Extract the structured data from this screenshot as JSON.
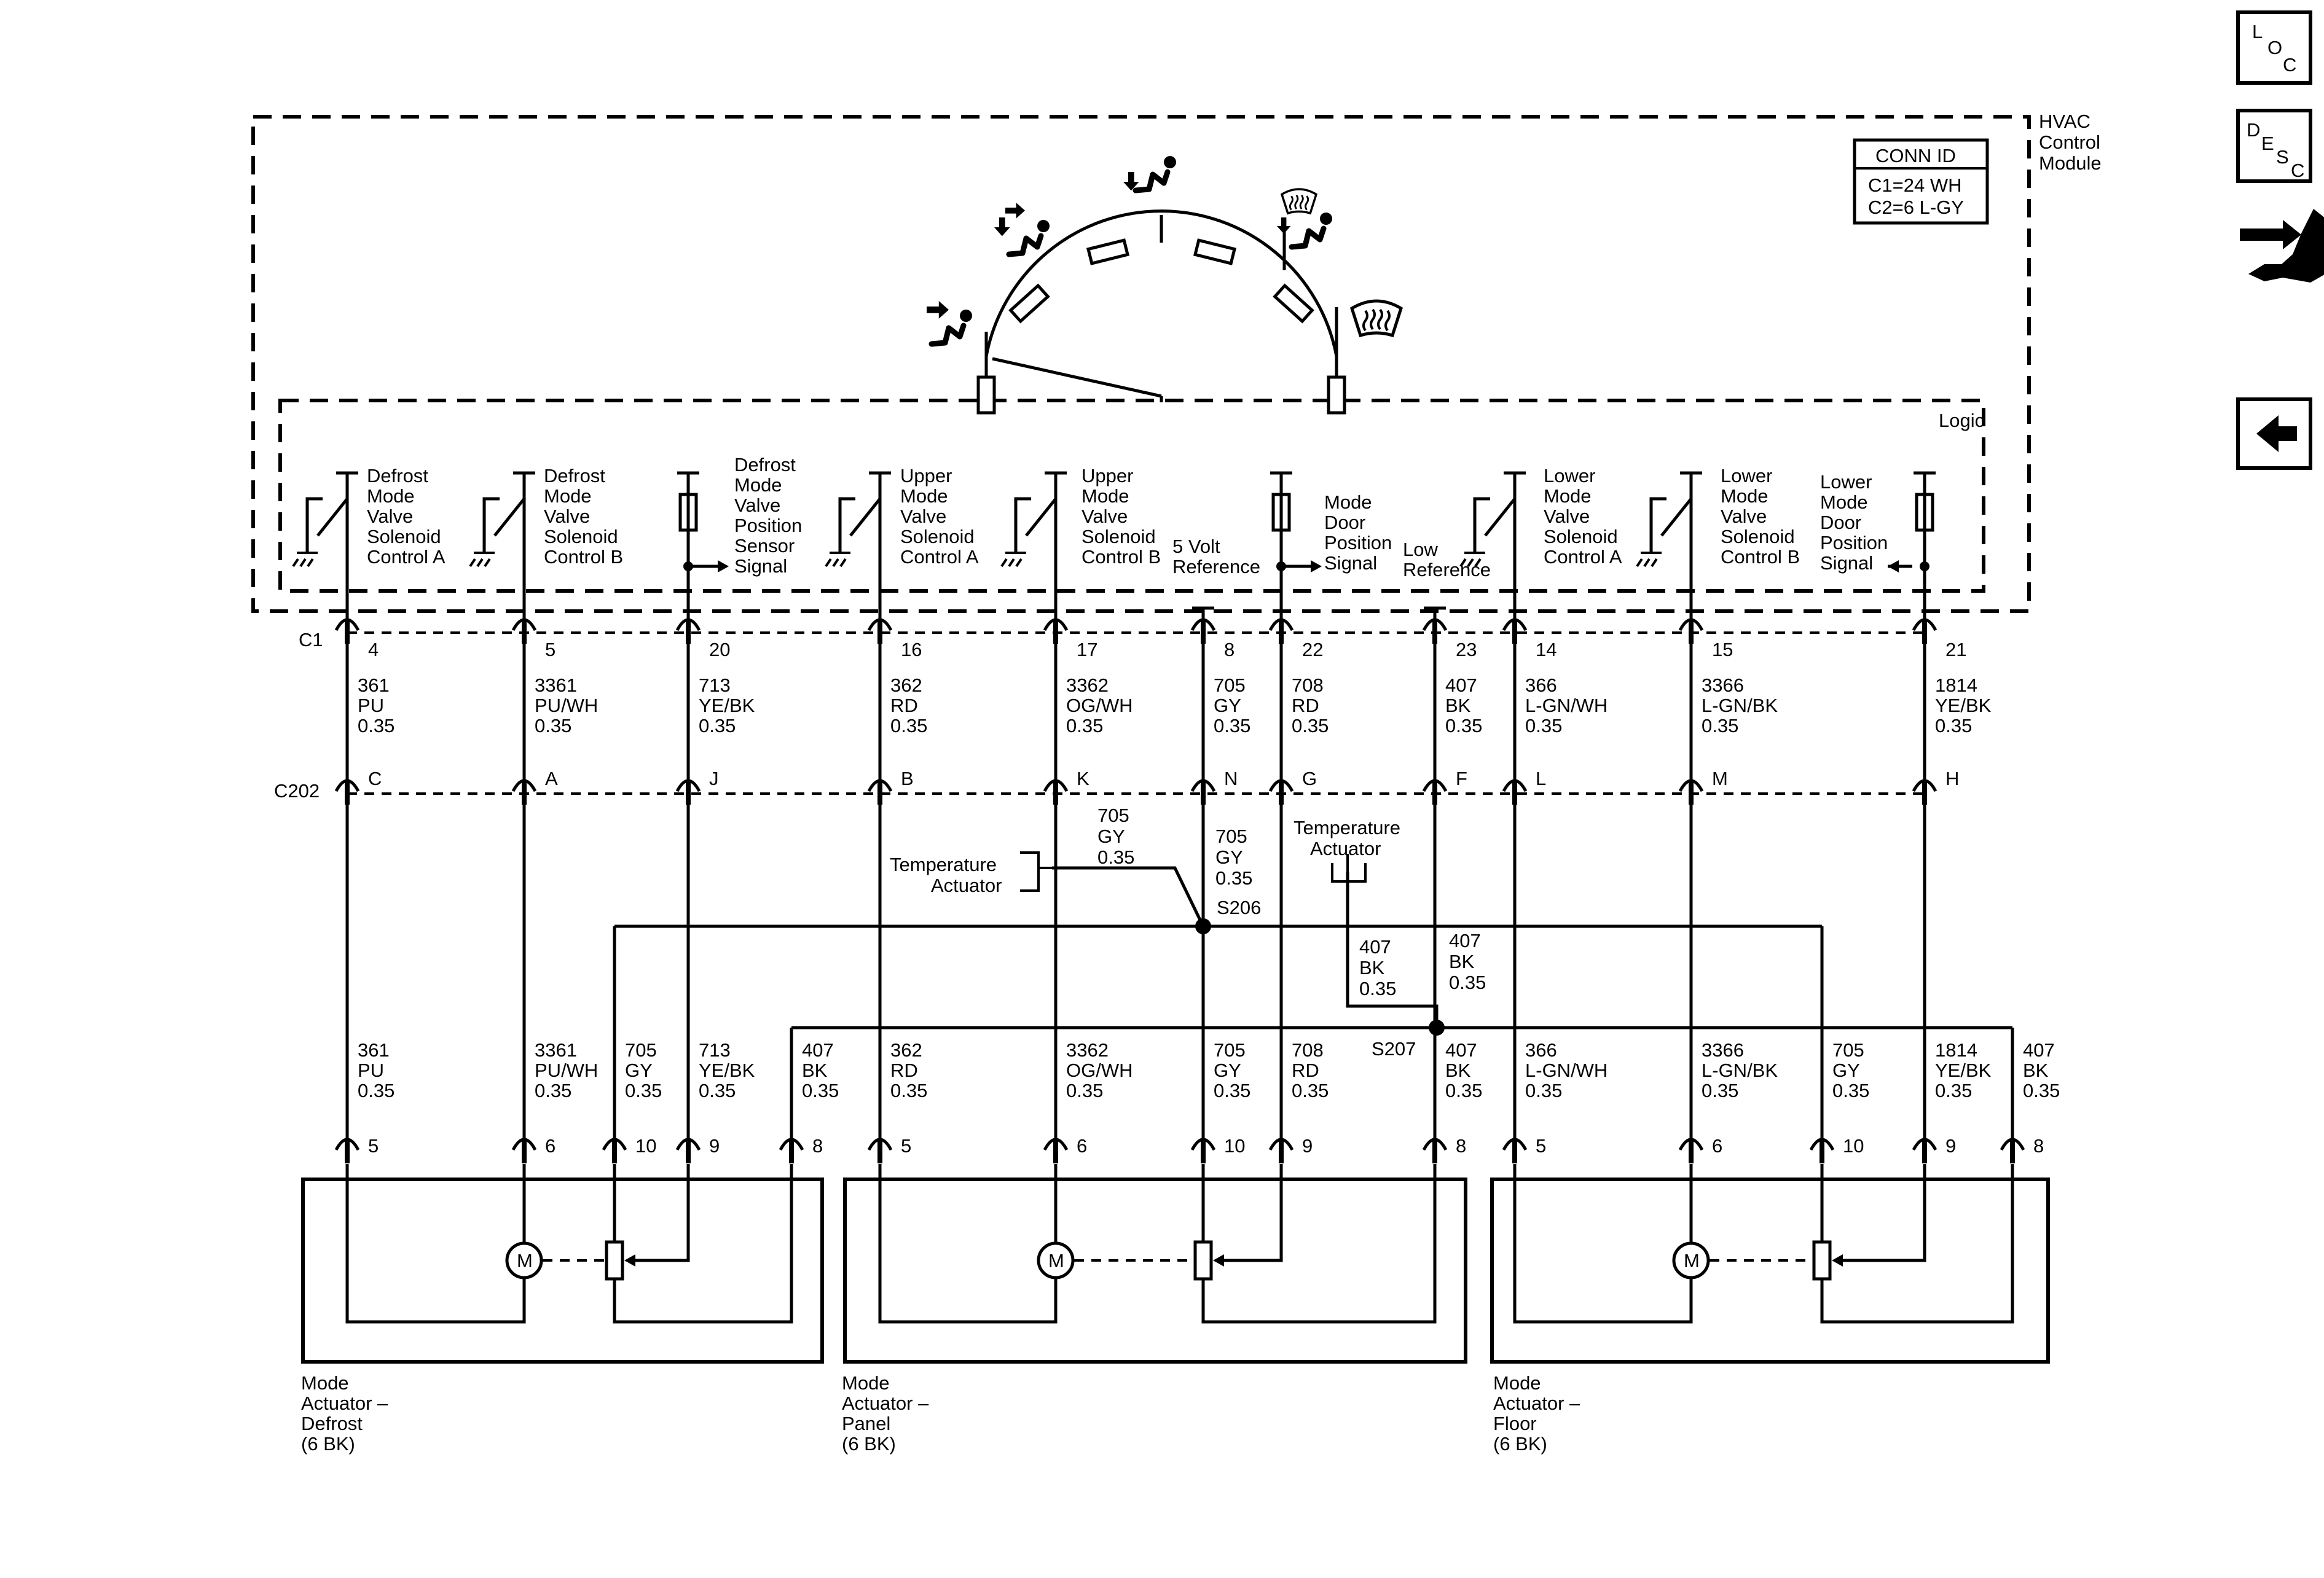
{
  "module": {
    "label_lines": [
      "HVAC",
      "Control",
      "Module"
    ],
    "logic_label": "Logic"
  },
  "conn_id": {
    "title": "CONN ID",
    "lines": [
      "C1=24 WH",
      "C2=6 L-GY"
    ]
  },
  "connectors": {
    "c1": "C1",
    "c202": "C202"
  },
  "circuits": [
    {
      "label_lines": [
        "Defrost",
        "Mode",
        "Valve",
        "Solenoid",
        "Control A"
      ],
      "c1_pin": "4",
      "upper_wire": [
        "361",
        "PU",
        "0.35"
      ],
      "c202_pin": "C"
    },
    {
      "label_lines": [
        "Defrost",
        "Mode",
        "Valve",
        "Solenoid",
        "Control B"
      ],
      "c1_pin": "5",
      "upper_wire": [
        "3361",
        "PU/WH",
        "0.35"
      ],
      "c202_pin": "A"
    },
    {
      "label_lines": [
        "Defrost",
        "Mode",
        "Valve",
        "Position",
        "Sensor",
        "Signal"
      ],
      "c1_pin": "20",
      "upper_wire": [
        "713",
        "YE/BK",
        "0.35"
      ],
      "c202_pin": "J"
    },
    {
      "label_lines": [
        "Upper",
        "Mode",
        "Valve",
        "Solenoid",
        "Control A"
      ],
      "c1_pin": "16",
      "upper_wire": [
        "362",
        "RD",
        "0.35"
      ],
      "c202_pin": "B"
    },
    {
      "label_lines": [
        "Upper",
        "Mode",
        "Valve",
        "Solenoid",
        "Control B"
      ],
      "c1_pin": "17",
      "upper_wire": [
        "3362",
        "OG/WH",
        "0.35"
      ],
      "c202_pin": "K"
    },
    {
      "label_lines": [
        "5 Volt",
        "Reference"
      ],
      "c1_pin": "8",
      "upper_wire": [
        "705",
        "GY",
        "0.35"
      ],
      "c202_pin": "N"
    },
    {
      "label_lines": [
        "Mode",
        "Door",
        "Position",
        "Signal"
      ],
      "c1_pin": "22",
      "upper_wire": [
        "708",
        "RD",
        "0.35"
      ],
      "c202_pin": "G"
    },
    {
      "label_lines": [
        "Low",
        "Reference"
      ],
      "c1_pin": "23",
      "upper_wire": [
        "407",
        "BK",
        "0.35"
      ],
      "c202_pin": "F"
    },
    {
      "label_lines": [
        "Lower",
        "Mode",
        "Valve",
        "Solenoid",
        "Control A"
      ],
      "c1_pin": "14",
      "upper_wire": [
        "366",
        "L-GN/WH",
        "0.35"
      ],
      "c202_pin": "L"
    },
    {
      "label_lines": [
        "Lower",
        "Mode",
        "Valve",
        "Solenoid",
        "Control B"
      ],
      "c1_pin": "15",
      "upper_wire": [
        "3366",
        "L-GN/BK",
        "0.35"
      ],
      "c202_pin": "M"
    },
    {
      "label_lines": [
        "Lower",
        "Mode",
        "Door",
        "Position",
        "Signal"
      ],
      "c1_pin": "21",
      "upper_wire": [
        "1814",
        "YE/BK",
        "0.35"
      ],
      "c202_pin": "H"
    }
  ],
  "splices": {
    "s206": "S206",
    "s207": "S207",
    "temp_actuator_label_lines": [
      "Temperature",
      "Actuator"
    ],
    "s206_left_wire": [
      "705",
      "GY",
      "0.35"
    ],
    "s206_right_wire": [
      "705",
      "GY",
      "0.35"
    ],
    "s207_left_wire": [
      "407",
      "BK",
      "0.35"
    ],
    "s207_right_wire": [
      "407",
      "BK",
      "0.35"
    ]
  },
  "actuators": [
    {
      "label_lines": [
        "Mode",
        "Actuator –",
        "Defrost",
        "(6 BK)"
      ],
      "motor_label": "M",
      "pins": [
        "5",
        "6",
        "10",
        "9",
        "8"
      ],
      "wires": [
        [
          "361",
          "PU",
          "0.35"
        ],
        [
          "3361",
          "PU/WH",
          "0.35"
        ],
        [
          "705",
          "GY",
          "0.35"
        ],
        [
          "713",
          "YE/BK",
          "0.35"
        ],
        [
          "407",
          "BK",
          "0.35"
        ]
      ]
    },
    {
      "label_lines": [
        "Mode",
        "Actuator –",
        "Panel",
        "(6 BK)"
      ],
      "motor_label": "M",
      "pins": [
        "5",
        "6",
        "10",
        "9",
        "8"
      ],
      "wires": [
        [
          "362",
          "RD",
          "0.35"
        ],
        [
          "3362",
          "OG/WH",
          "0.35"
        ],
        [
          "705",
          "GY",
          "0.35"
        ],
        [
          "708",
          "RD",
          "0.35"
        ],
        [
          "407",
          "BK",
          "0.35"
        ]
      ]
    },
    {
      "label_lines": [
        "Mode",
        "Actuator –",
        "Floor",
        "(6 BK)"
      ],
      "motor_label": "M",
      "pins": [
        "5",
        "6",
        "10",
        "9",
        "8"
      ],
      "wires": [
        [
          "366",
          "L-GN/WH",
          "0.35"
        ],
        [
          "3366",
          "L-GN/BK",
          "0.35"
        ],
        [
          "705",
          "GY",
          "0.35"
        ],
        [
          "1814",
          "YE/BK",
          "0.35"
        ],
        [
          "407",
          "BK",
          "0.35"
        ]
      ]
    }
  ],
  "side_buttons": {
    "loc": [
      "L",
      "O",
      "C"
    ],
    "desc": [
      "D",
      "E",
      "S",
      "C"
    ]
  },
  "icons": [
    "loc-icon",
    "desc-icon",
    "connector-end-view-icon",
    "back-arrow-icon",
    "vent-panel-icon",
    "vent-bilevel-icon",
    "vent-floor-icon",
    "vent-mixed-icon",
    "vent-defrost-icon"
  ]
}
